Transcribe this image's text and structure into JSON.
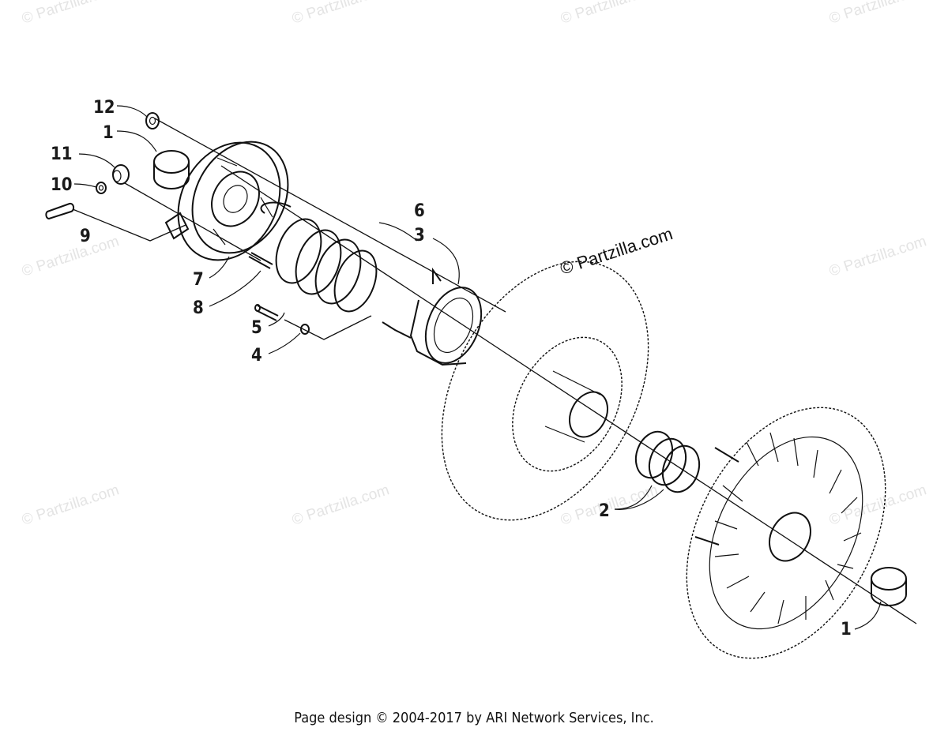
{
  "watermarks": {
    "faint": "© Partzilla.com",
    "prominent": "© Partzilla.com"
  },
  "callouts": {
    "c12": "12",
    "c1a": "1",
    "c11": "11",
    "c10": "10",
    "c9": "9",
    "c7": "7",
    "c8": "8",
    "c6": "6",
    "c3": "3",
    "c5": "5",
    "c4": "4",
    "c2": "2",
    "c1b": "1"
  },
  "footer": {
    "text": "Page design © 2004-2017 by ARI Network Services, Inc."
  }
}
